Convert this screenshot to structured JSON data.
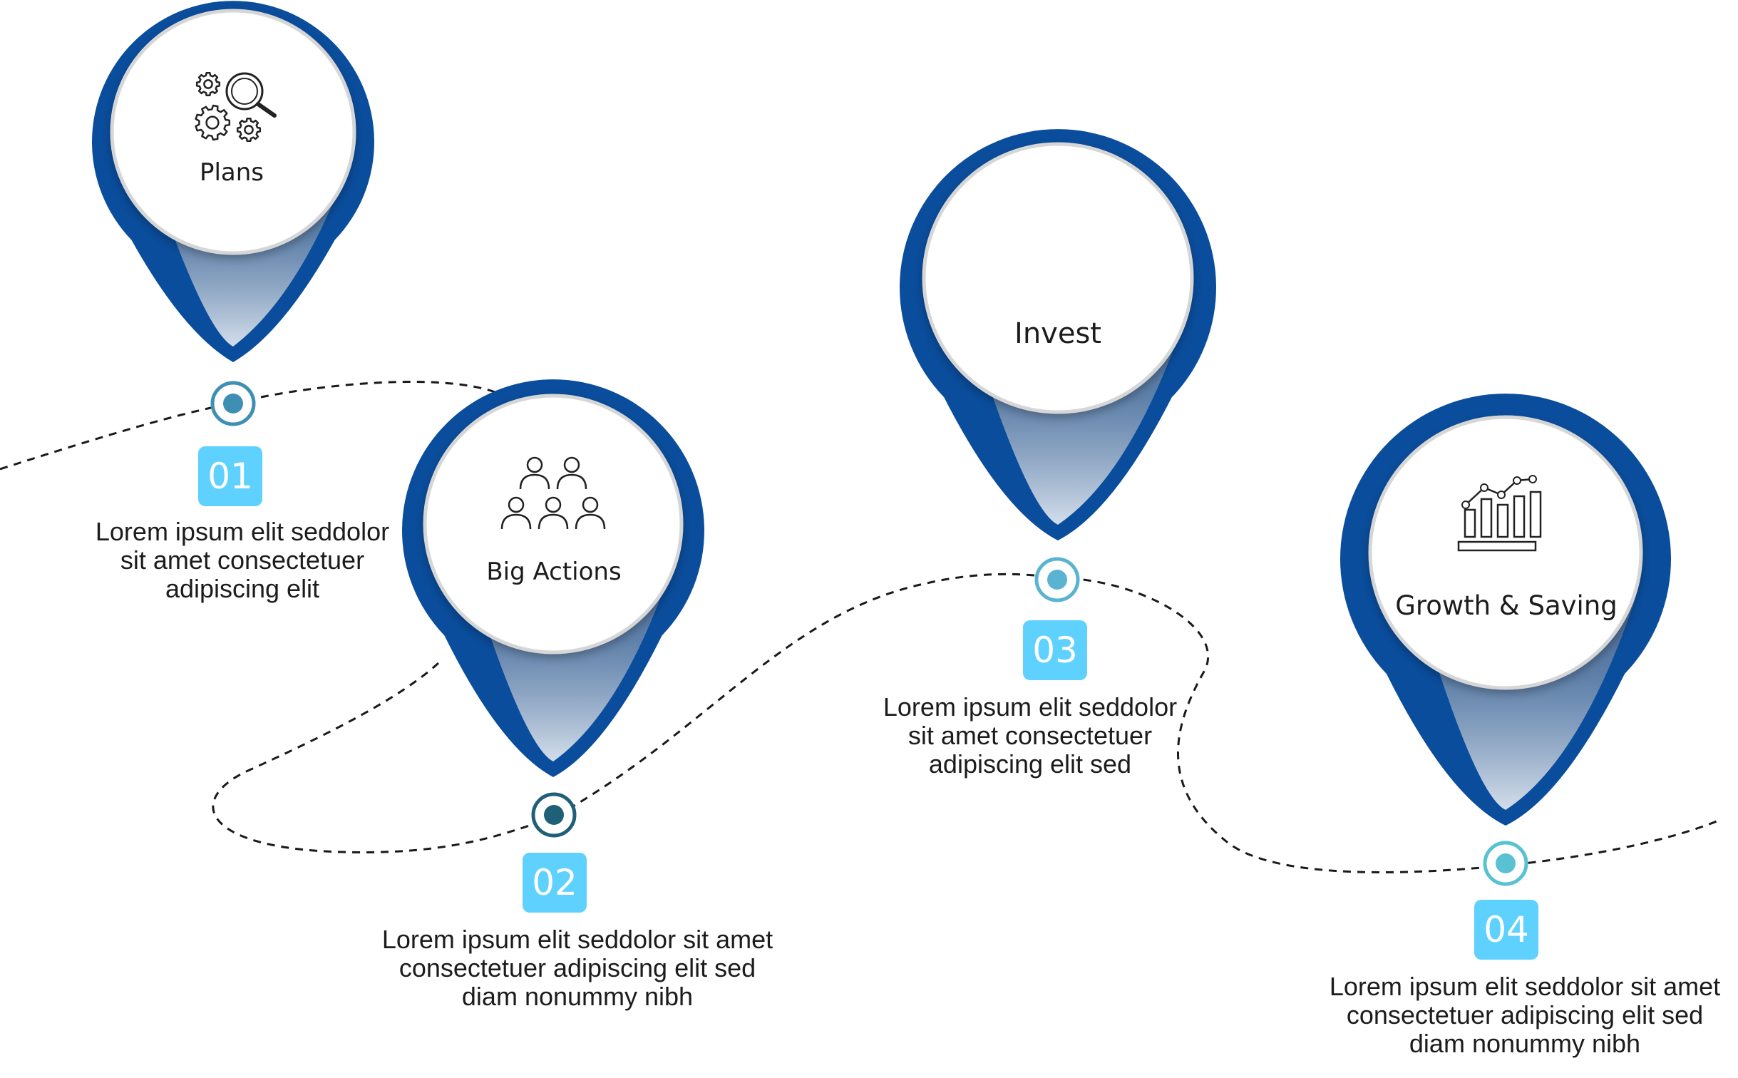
{
  "colors": {
    "pin_blue": "#0a4d9c",
    "badge_cyan": "#5ed1ff",
    "marker_ring_1": "#3f8fb5",
    "marker_ring_2": "#1f5f78",
    "marker_ring_3": "#5ab3d1",
    "marker_ring_4": "#58c2d2",
    "text": "#1c1c1c"
  },
  "steps": [
    {
      "number": "01",
      "title": "Plans",
      "icon": "gears-magnifier-icon",
      "description": "Lorem ipsum elit seddolor\nsit amet consectetuer\nadipiscing elit"
    },
    {
      "number": "02",
      "title": "Big Actions",
      "icon": "team-people-icon",
      "description": "Lorem ipsum elit seddolor sit amet\nconsectetuer adipiscing elit sed\ndiam nonummy nibh"
    },
    {
      "number": "03",
      "title": "Invest",
      "icon": "",
      "description": "Lorem ipsum elit seddolor\nsit amet consectetuer\nadipiscing elit sed"
    },
    {
      "number": "04",
      "title": "Growth & Saving",
      "icon": "growth-chart-icon",
      "description": "Lorem ipsum elit seddolor sit amet\nconsectetuer adipiscing elit sed\ndiam nonummy nibh"
    }
  ]
}
